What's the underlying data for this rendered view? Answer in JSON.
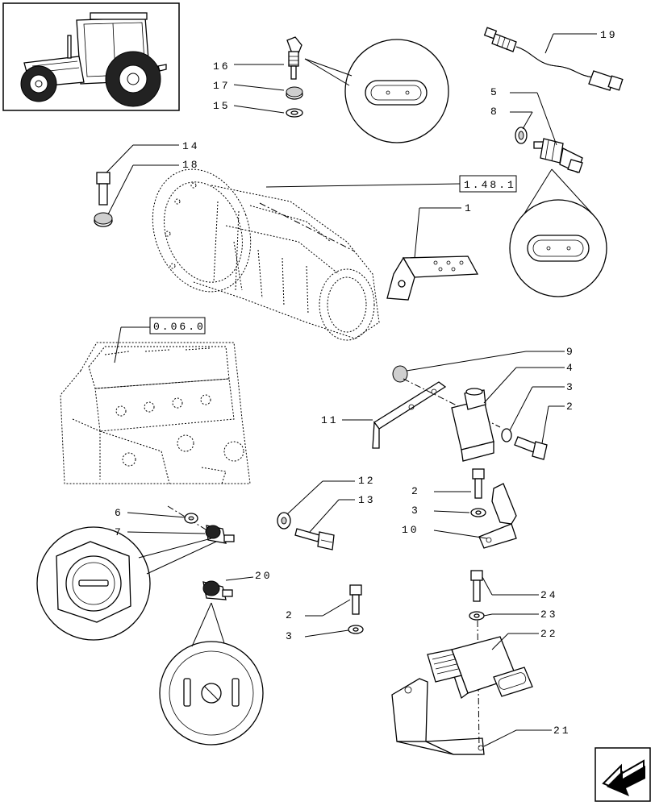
{
  "ref_boxes": {
    "transmission": "1.48.1",
    "engine": "0.06.0"
  },
  "callouts": {
    "c1": "1",
    "c2a": "2",
    "c2b": "2",
    "c2c": "2",
    "c3a": "3",
    "c3b": "3",
    "c3c": "3",
    "c4": "4",
    "c5": "5",
    "c6": "6",
    "c7": "7",
    "c8": "8",
    "c9": "9",
    "c10": "10",
    "c11": "11",
    "c12": "12",
    "c13": "13",
    "c14": "14",
    "c15": "15",
    "c16": "16",
    "c17": "17",
    "c18": "18",
    "c19": "19",
    "c20": "20",
    "c21": "21",
    "c22": "22",
    "c23": "23",
    "c24": "24"
  },
  "icons": {
    "thumbnail": "tractor-icon",
    "navigation": "next-page-arrow-icon"
  }
}
